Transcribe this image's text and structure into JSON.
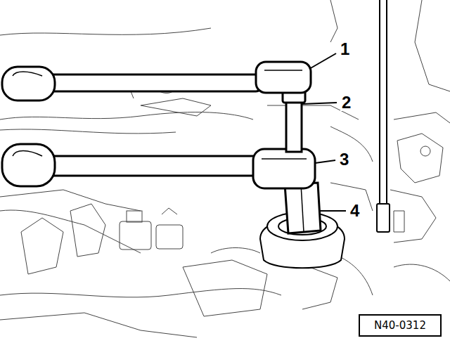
{
  "diagram": {
    "nodes": [
      {
        "text": [
          "N40-0312"
        ]
      }
    ],
    "labels": [
      "1",
      "2",
      "3",
      "4"
    ]
  }
}
